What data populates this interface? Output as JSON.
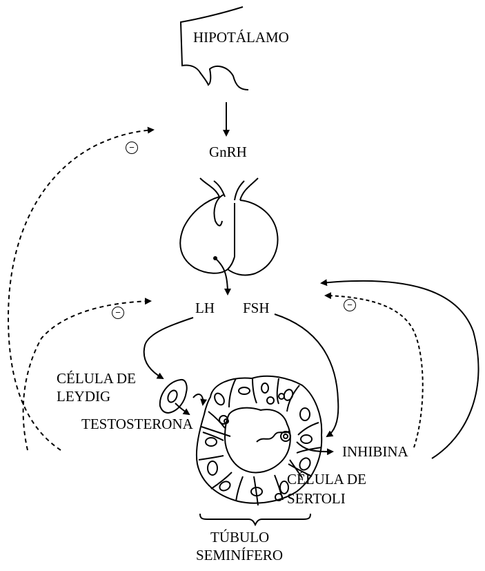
{
  "labels": {
    "hipotalamo": "HIPOTÁLAMO",
    "gnrh": "GnRH",
    "lh": "LH",
    "fsh": "FSH",
    "celula_leydig_1": "CÉLULA DE",
    "celula_leydig_2": "LEYDIG",
    "testosterona": "TESTOSTERONA",
    "inhibina": "INHIBINA",
    "celula_sertoli_1": "CÉLULA DE",
    "celula_sertoli_2": "SERTOLI",
    "tubulo_1": "TÚBULO",
    "tubulo_2": "SEMINÍFERO"
  },
  "feedback": {
    "symbol": "−"
  },
  "colors": {
    "stroke": "#000000",
    "background": "#ffffff"
  }
}
